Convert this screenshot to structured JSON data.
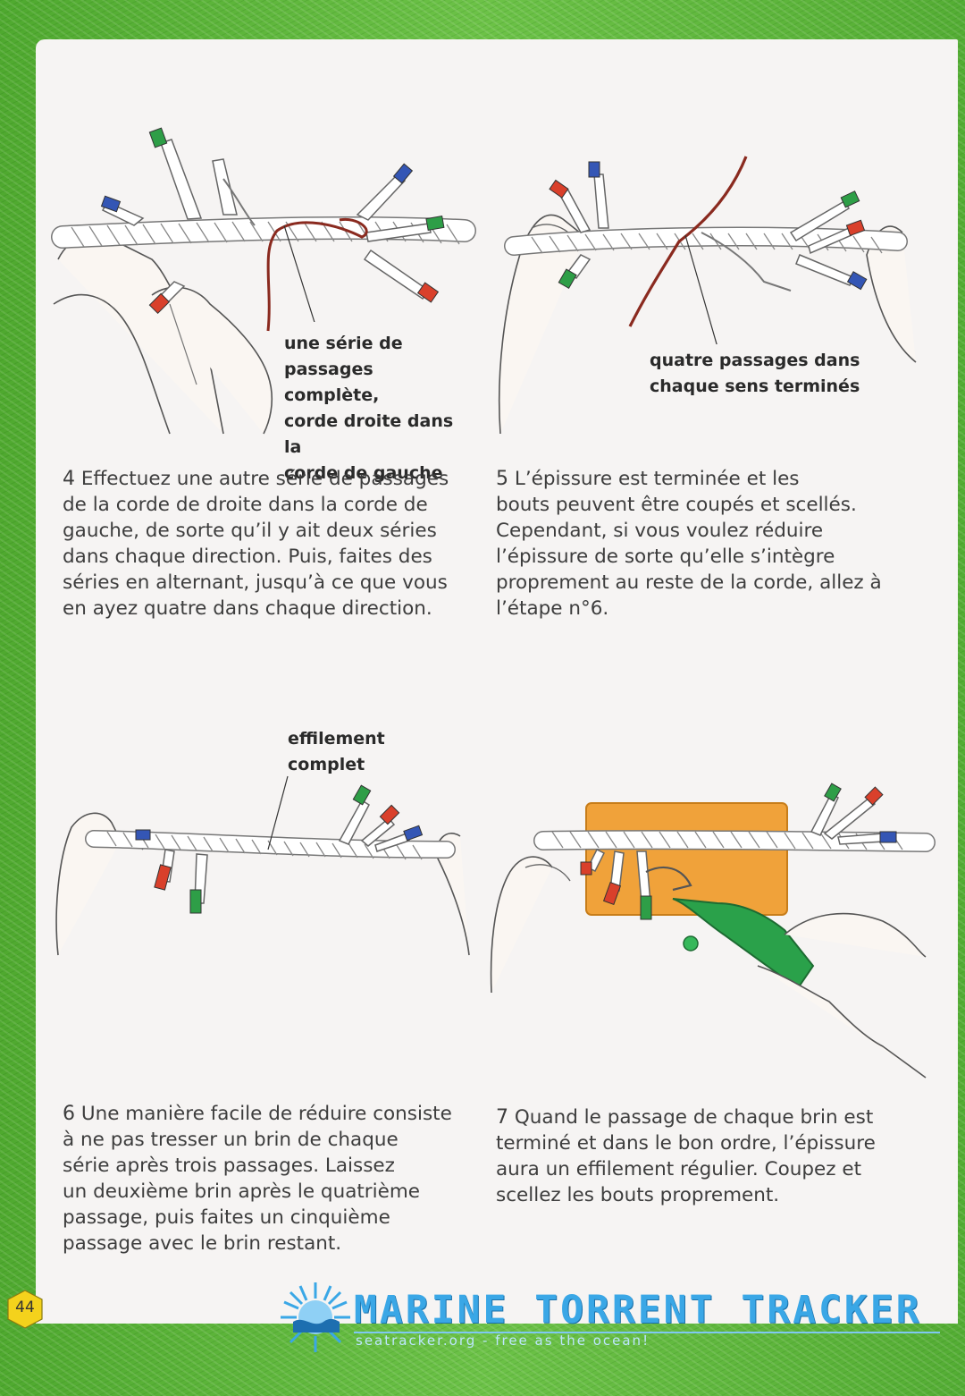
{
  "page_number": "44",
  "callouts": {
    "step4": [
      "une série de",
      "passages complète,",
      "corde droite dans la",
      "corde de gauche"
    ],
    "step5": [
      "quatre passages dans",
      "chaque sens terminés"
    ],
    "step6": [
      "effilement",
      "complet"
    ]
  },
  "steps": [
    {
      "num": "4",
      "text": "Effectuez une autre série de passages\nde la corde de droite dans la corde de\ngauche, de sorte qu’il y ait deux séries\ndans chaque direction. Puis, faites des\nséries en alternant, jusqu’à ce que vous\nen ayez quatre dans chaque direction."
    },
    {
      "num": "5",
      "text": "L’épissure est terminée et les\nbouts peuvent être coupés et scellés.\nCependant, si vous voulez réduire\nl’épissure de sorte qu’elle s’intègre\nproprement au reste de la corde, allez à\nl’étape n°6."
    },
    {
      "num": "6",
      "text": "Une manière facile de réduire consiste\nà ne pas tresser un brin de chaque\nsérie après trois passages. Laissez\nun deuxième brin après le quatrième\npassage, puis faites un cinquième\npassage avec le brin restant."
    },
    {
      "num": "7",
      "text": "Quand le passage de chaque brin est\nterminé et dans le bon ordre, l’épissure\naura un effilement régulier. Coupez et\nscellez les bouts proprement."
    }
  ],
  "watermark": {
    "title": "MARINE TORRENT TRACKER",
    "subtitle": "seatracker.org - free as the ocean!"
  },
  "colors": {
    "border_green": "#5cb43a",
    "page_bg": "#f6f4f3",
    "strand_red": "#d9402b",
    "strand_green": "#2e9e47",
    "strand_blue": "#3456b5",
    "cord_brown": "#8a2a1f",
    "board_orange": "#f0a23a",
    "tool_green": "#2aa14a",
    "watermark_blue": "#3aa7e6"
  }
}
